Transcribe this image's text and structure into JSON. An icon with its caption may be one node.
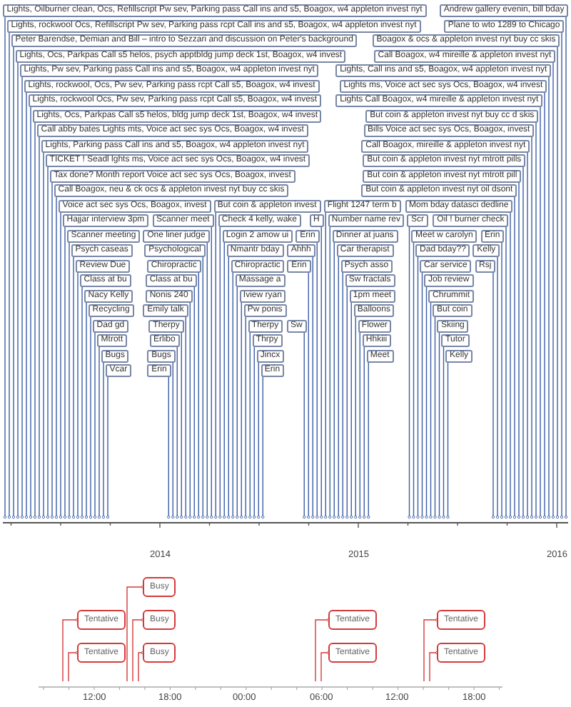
{
  "diagram": {
    "nodes": [
      {
        "text": [
          "But coin & appleton invest nyt mtrott pills"
        ]
      },
      {
        "text": [
          "Boagox & ocs & appleton invest nyt buy cc skis"
        ]
      },
      {
        "text": [
          "Call Boagox, neu & ck ocs & appleton invest nyt buy cc skis"
        ]
      },
      {
        "text": [
          "Call Boagox, mireille & appleton invest nyt"
        ]
      },
      {
        "text": [
          "Hajjar interview 3pm"
        ]
      },
      {
        "text": [
          "Emily talk"
        ]
      },
      {
        "text": [
          "Peter Barendse, Demian and Bill – intro to Sezzari and discussion on Peter's background"
        ]
      },
      {
        "text": [
          "Lights Call Boagox, w4 mireille & appleton invest nyt"
        ]
      },
      {
        "text": [
          "Number name rev"
        ]
      },
      {
        "text": [
          "Lights, Call ins and s5, Boagox, w4 appleton invest nyt"
        ]
      },
      {
        "text": [
          "Scanner meeting"
        ]
      },
      {
        "text": [
          "Lights, Parking pass Call ins and s5, Boagox, w4 appleton invest nyt"
        ]
      },
      {
        "text": [
          "Scanner meet"
        ]
      },
      {
        "text": [
          "Plane to wto 1289 to Chicago"
        ]
      },
      {
        "text": [
          "Flight 1247 term b"
        ]
      },
      {
        "text": [
          "Dinner at juans"
        ]
      },
      {
        "text": [
          "Lights, Pw sev, Parking pass Call ins and s5, Boagox, w4 appleton invest nyt"
        ]
      },
      {
        "text": [
          "But coin & appleton invest nyt oil dsont"
        ]
      },
      {
        "text": [
          "Lights, Oilburner clean, Ocs, Refillscript Pw sev, Parking pass Call ins and s5, Boagox, w4 appleton invest nyt"
        ]
      },
      {
        "text": [
          "Lights, rockwool Ocs, Refillscript Pw sev, Parking pass rcpt Call ins and s5, Boagox, w4 appleton invest nyt"
        ]
      },
      {
        "text": [
          "Job review"
        ]
      },
      {
        "text": [
          "Lights, rockwool Ocs, Pw sev, Parking pass rcpt Call s5, Boagox, w4 invest"
        ]
      },
      {
        "text": [
          "Psychological"
        ]
      },
      {
        "text": [
          "Lights, rockwool, Ocs, Pw sev, Parking pass rcpt Call s5, Boagox, w4 invest"
        ]
      },
      {
        "text": [
          "But coin & appleton invest"
        ]
      },
      {
        "text": [
          "Lights, Ocs, Parkpas Call s5 helos, bldg jump deck 1st, Boagox, w4 invest"
        ]
      },
      {
        "text": [
          "Dad gd"
        ]
      },
      {
        "text": [
          "Pw ponis"
        ]
      },
      {
        "text": [
          "Lights, Ocs, Parkpas Call s5 helos, psych apptbldg jump deck 1st, Boagox, w4 invest"
        ]
      },
      {
        "text": [
          "But coin & appleton invest nyt mtrott pill"
        ]
      },
      {
        "text": [
          "TICKET ! Seadl lghts ms, Voice act sec sys Ocs, Boagox, w4 invest"
        ]
      },
      {
        "text": [
          "Chiropractic"
        ]
      },
      {
        "text": [
          "Massage a"
        ]
      },
      {
        "text": [
          "Lights ms, Voice act sec sys Ocs, Boagox, w4 invest"
        ]
      },
      {
        "text": [
          "Chiropractic"
        ]
      },
      {
        "text": [
          "Sw fractals"
        ]
      },
      {
        "text": [
          "Call abby bates Lights mts, Voice act sec sys Ocs, Boagox, w4 invest"
        ]
      },
      {
        "text": [
          "Mtrott"
        ]
      },
      {
        "text": [
          "Hhkiii"
        ]
      },
      {
        "text": [
          "Psych caseas"
        ]
      },
      {
        "text": [
          "Mom bday datasci dedline"
        ]
      },
      {
        "text": [
          "Balloons"
        ]
      },
      {
        "text": [
          "Erlibo"
        ]
      },
      {
        "text": [
          "Dad bday??"
        ]
      },
      {
        "text": [
          "Andrew gallery evenin, bill bday"
        ]
      },
      {
        "text": [
          "Car service"
        ]
      },
      {
        "text": [
          "Nonis 240"
        ]
      },
      {
        "text": [
          "Psych asso"
        ]
      },
      {
        "text": [
          "But coin & appleton invest nyt buy cc d skis"
        ]
      },
      {
        "text": [
          "Oil ! burner check"
        ]
      },
      {
        "text": [
          "Thrpy"
        ]
      },
      {
        "text": [
          "Flower"
        ]
      },
      {
        "text": [
          "Call Boagox, w4 mireille & appleton invest nyt"
        ]
      },
      {
        "text": [
          "Voice act sec sys Ocs, Boagox, invest"
        ]
      },
      {
        "text": [
          "Bugs"
        ]
      },
      {
        "text": [
          "Tutor"
        ]
      },
      {
        "text": [
          "Nmantr bday"
        ]
      },
      {
        "text": [
          "Car therapist"
        ]
      },
      {
        "text": [
          "Review Due"
        ]
      },
      {
        "text": [
          "1pm meet"
        ]
      },
      {
        "text": [
          "Skiing"
        ]
      },
      {
        "text": [
          "Check 4 kelly, wake"
        ]
      },
      {
        "text": [
          "Chrummit"
        ]
      },
      {
        "text": [
          "Rsj"
        ]
      },
      {
        "text": [
          "Vcar"
        ]
      },
      {
        "text": [
          "Meet"
        ]
      },
      {
        "text": [
          "Erin"
        ]
      },
      {
        "text": [
          "Tax done? Month report Voice act sec sys Ocs, Boagox, invest"
        ]
      },
      {
        "text": [
          "Erin"
        ]
      },
      {
        "text": [
          "Erin"
        ]
      },
      {
        "text": [
          "Nacy Kelly"
        ]
      },
      {
        "text": [
          "Login 2 amow ui"
        ]
      },
      {
        "text": [
          "Bills Voice act sec sys Ocs, Boagox, invest"
        ]
      },
      {
        "text": [
          "Bugs"
        ]
      },
      {
        "text": [
          "Ahhh"
        ]
      },
      {
        "text": [
          "Kelly"
        ]
      },
      {
        "text": [
          "One liner judge"
        ]
      },
      {
        "text": [
          "Sw"
        ]
      },
      {
        "text": [
          "Class at bu"
        ]
      },
      {
        "text": [
          "But coin"
        ]
      },
      {
        "text": [
          "Erin"
        ]
      },
      {
        "text": [
          "Scr"
        ]
      },
      {
        "text": [
          "Kelly"
        ]
      },
      {
        "text": [
          "Therpy"
        ]
      },
      {
        "text": [
          "Recycling"
        ]
      },
      {
        "text": [
          "Class at bu"
        ]
      },
      {
        "text": [
          "Erin"
        ]
      },
      {
        "text": [
          "H"
        ]
      },
      {
        "text": [
          "Jincx"
        ]
      },
      {
        "text": [
          "Meet w carolyn"
        ]
      },
      {
        "text": [
          "Therpy"
        ]
      },
      {
        "text": [
          "Iview ryan"
        ]
      },
      {
        "text": [
          "Busy"
        ]
      },
      {
        "text": [
          "Tentative"
        ]
      },
      {
        "text": [
          "Busy"
        ]
      },
      {
        "text": [
          "Tentative"
        ]
      },
      {
        "text": [
          "Tentative"
        ]
      },
      {
        "text": [
          "Tentative"
        ]
      },
      {
        "text": [
          "Busy"
        ]
      },
      {
        "text": [
          "Tentative"
        ]
      },
      {
        "text": [
          "Tentative"
        ]
      }
    ],
    "edges": [
      {
        "from": 0,
        "to": null,
        "arrow": "other"
      },
      {
        "from": 1,
        "to": null,
        "arrow": "other"
      },
      {
        "from": 2,
        "to": null,
        "arrow": "other"
      },
      {
        "from": 3,
        "to": null,
        "arrow": "other"
      },
      {
        "from": 4,
        "to": null,
        "arrow": "other"
      },
      {
        "from": 5,
        "to": null,
        "arrow": "other"
      },
      {
        "from": 6,
        "to": null,
        "arrow": "other"
      },
      {
        "from": 7,
        "to": null,
        "arrow": "other"
      },
      {
        "from": 8,
        "to": null,
        "arrow": "other"
      },
      {
        "from": 9,
        "to": null,
        "arrow": "other"
      },
      {
        "from": 10,
        "to": null,
        "arrow": "other"
      },
      {
        "from": 11,
        "to": null,
        "arrow": "other"
      },
      {
        "from": 12,
        "to": null,
        "arrow": "other"
      },
      {
        "from": 13,
        "to": null,
        "arrow": "other"
      },
      {
        "from": 14,
        "to": null,
        "arrow": "other"
      },
      {
        "from": 15,
        "to": null,
        "arrow": "other"
      },
      {
        "from": 16,
        "to": null,
        "arrow": "other"
      },
      {
        "from": 17,
        "to": null,
        "arrow": "other"
      },
      {
        "from": 18,
        "to": null,
        "arrow": "other"
      },
      {
        "from": 19,
        "to": null,
        "arrow": "other"
      },
      {
        "from": 20,
        "to": null,
        "arrow": "other"
      },
      {
        "from": 21,
        "to": null,
        "arrow": "other"
      },
      {
        "from": 22,
        "to": null,
        "arrow": "other"
      },
      {
        "from": 23,
        "to": null,
        "arrow": "other"
      },
      {
        "from": 24,
        "to": null,
        "arrow": "other"
      },
      {
        "from": 25,
        "to": null,
        "arrow": "other"
      },
      {
        "from": 26,
        "to": null,
        "arrow": "other"
      },
      {
        "from": 27,
        "to": null,
        "arrow": "other"
      },
      {
        "from": 28,
        "to": null,
        "arrow": "other"
      },
      {
        "from": 29,
        "to": null,
        "arrow": "other"
      },
      {
        "from": 30,
        "to": null,
        "arrow": "other"
      },
      {
        "from": 31,
        "to": null,
        "arrow": "other"
      },
      {
        "from": 32,
        "to": null,
        "arrow": "other"
      },
      {
        "from": 33,
        "to": null,
        "arrow": "other"
      },
      {
        "from": 34,
        "to": null,
        "arrow": "other"
      },
      {
        "from": 35,
        "to": null,
        "arrow": "other"
      },
      {
        "from": 36,
        "to": null,
        "arrow": "other"
      },
      {
        "from": 37,
        "to": null,
        "arrow": "other"
      },
      {
        "from": 38,
        "to": null,
        "arrow": "other"
      },
      {
        "from": 39,
        "to": null,
        "arrow": "other"
      },
      {
        "from": 40,
        "to": null,
        "arrow": "other"
      },
      {
        "from": 41,
        "to": null,
        "arrow": "other"
      },
      {
        "from": 42,
        "to": null,
        "arrow": "other"
      },
      {
        "from": 43,
        "to": null,
        "arrow": "other"
      },
      {
        "from": 44,
        "to": null,
        "arrow": "other"
      },
      {
        "from": 45,
        "to": null,
        "arrow": "other"
      },
      {
        "from": 46,
        "to": null,
        "arrow": "other"
      },
      {
        "from": 47,
        "to": null,
        "arrow": "other"
      },
      {
        "from": 48,
        "to": null,
        "arrow": "other"
      },
      {
        "from": 49,
        "to": null,
        "arrow": "other"
      },
      {
        "from": 50,
        "to": null,
        "arrow": "other"
      },
      {
        "from": 51,
        "to": null,
        "arrow": "other"
      },
      {
        "from": 52,
        "to": null,
        "arrow": "other"
      },
      {
        "from": 53,
        "to": null,
        "arrow": "other"
      },
      {
        "from": 54,
        "to": null,
        "arrow": "other"
      },
      {
        "from": 55,
        "to": null,
        "arrow": "other"
      },
      {
        "from": 56,
        "to": null,
        "arrow": "other"
      },
      {
        "from": 57,
        "to": null,
        "arrow": "other"
      },
      {
        "from": 58,
        "to": null,
        "arrow": "other"
      },
      {
        "from": 59,
        "to": null,
        "arrow": "other"
      },
      {
        "from": 60,
        "to": null,
        "arrow": "other"
      },
      {
        "from": 61,
        "to": null,
        "arrow": "other"
      },
      {
        "from": 62,
        "to": null,
        "arrow": "other"
      },
      {
        "from": 63,
        "to": null,
        "arrow": "other"
      },
      {
        "from": 64,
        "to": null,
        "arrow": "other"
      },
      {
        "from": 65,
        "to": null,
        "arrow": "other"
      },
      {
        "from": 66,
        "to": null,
        "arrow": "other"
      },
      {
        "from": 67,
        "to": null,
        "arrow": "other"
      },
      {
        "from": 68,
        "to": null,
        "arrow": "other"
      },
      {
        "from": 69,
        "to": null,
        "arrow": "other"
      },
      {
        "from": 70,
        "to": null,
        "arrow": "other"
      },
      {
        "from": 71,
        "to": null,
        "arrow": "other"
      },
      {
        "from": 72,
        "to": null,
        "arrow": "other"
      },
      {
        "from": 73,
        "to": null,
        "arrow": "other"
      },
      {
        "from": 74,
        "to": null,
        "arrow": "other"
      },
      {
        "from": 75,
        "to": null,
        "arrow": "other"
      },
      {
        "from": 76,
        "to": null,
        "arrow": "other"
      },
      {
        "from": 77,
        "to": null,
        "arrow": "other"
      },
      {
        "from": 78,
        "to": null,
        "arrow": "other"
      },
      {
        "from": 79,
        "to": null,
        "arrow": "other"
      },
      {
        "from": 80,
        "to": null,
        "arrow": "other"
      },
      {
        "from": 81,
        "to": null,
        "arrow": "other"
      },
      {
        "from": 82,
        "to": null,
        "arrow": "other"
      },
      {
        "from": 83,
        "to": null,
        "arrow": "other"
      },
      {
        "from": 84,
        "to": null,
        "arrow": "other"
      },
      {
        "from": 85,
        "to": null,
        "arrow": "other"
      },
      {
        "from": 86,
        "to": null,
        "arrow": "other"
      },
      {
        "from": 87,
        "to": null,
        "arrow": "other"
      },
      {
        "from": 88,
        "to": null,
        "arrow": "other"
      },
      {
        "from": 89,
        "to": null,
        "arrow": "other"
      },
      {
        "from": 90,
        "to": null,
        "arrow": "other"
      },
      {
        "from": 91,
        "to": null,
        "arrow": "other"
      },
      {
        "from": null,
        "to": 92,
        "arrow": "other",
        "color": "#d43a3a"
      },
      {
        "from": null,
        "to": 93,
        "arrow": "other",
        "color": "#d43a3a"
      },
      {
        "from": null,
        "to": 94,
        "arrow": "other",
        "color": "#d43a3a"
      },
      {
        "from": null,
        "to": 95,
        "arrow": "other",
        "color": "#d43a3a"
      },
      {
        "from": null,
        "to": 96,
        "arrow": "other",
        "color": "#d43a3a"
      },
      {
        "from": null,
        "to": 97,
        "arrow": "other",
        "color": "#d43a3a"
      },
      {
        "from": null,
        "to": 98,
        "arrow": "other",
        "color": "#d43a3a"
      },
      {
        "from": null,
        "to": 99,
        "arrow": "other",
        "color": "#d43a3a"
      },
      {
        "from": null,
        "to": 100,
        "arrow": "other",
        "color": "#d43a3a"
      }
    ],
    "labels": [
      "2014",
      "2015",
      "2016",
      "12:00",
      "18:00",
      "00:00",
      "06:00",
      "12:00",
      "18:00"
    ]
  }
}
